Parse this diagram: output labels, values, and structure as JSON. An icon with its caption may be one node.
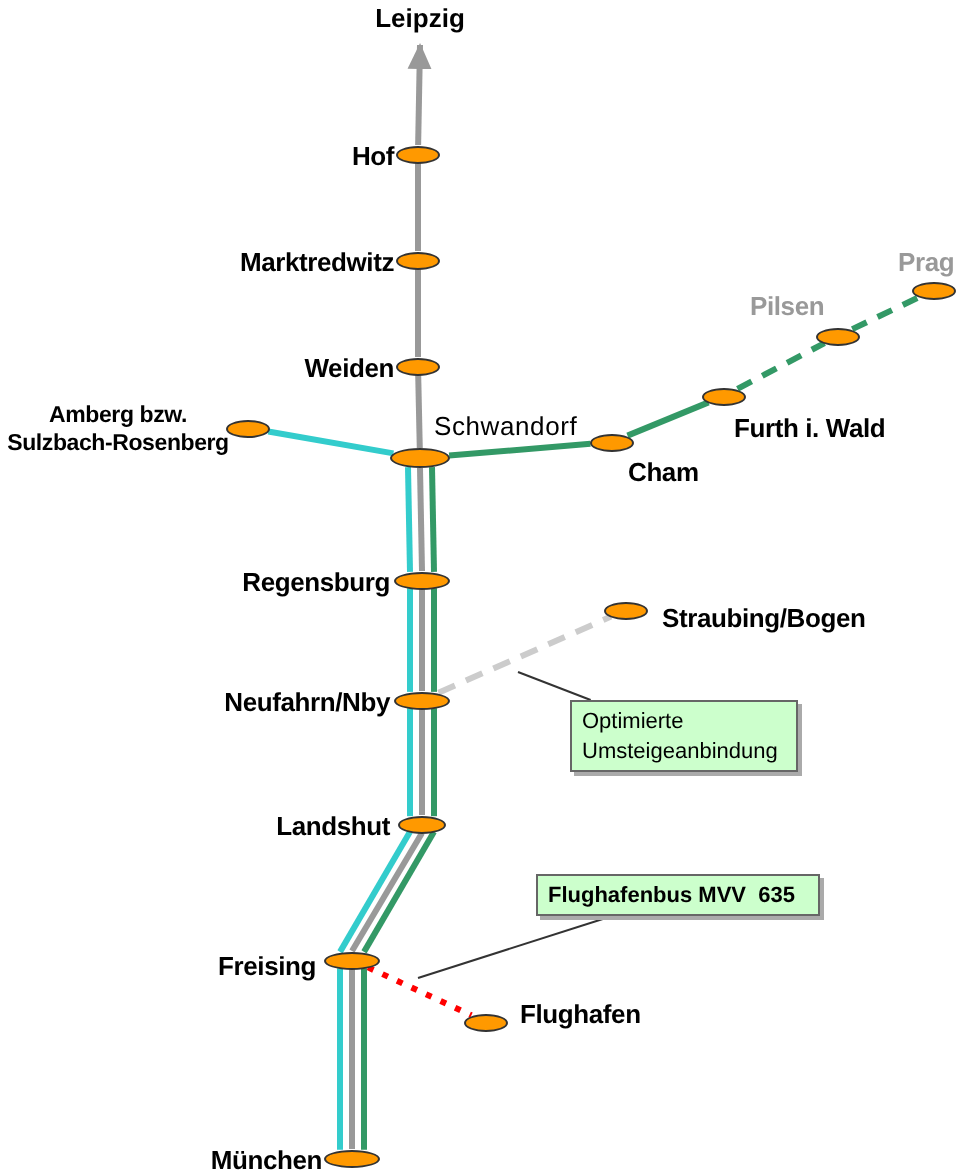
{
  "diagram": {
    "nodes": [
      {
        "text": [
          "Leipzig"
        ]
      },
      {
        "text": [
          "Hof"
        ]
      },
      {
        "text": [
          "Marktredwitz"
        ]
      },
      {
        "text": [
          "Weiden"
        ]
      },
      {
        "text": [
          "Amberg bzw. Sulzbach-Rosenberg"
        ]
      },
      {
        "text": [
          "Schwandorf"
        ]
      },
      {
        "text": [
          "Cham"
        ]
      },
      {
        "text": [
          "Furth i. Wald"
        ]
      },
      {
        "text": [
          "Pilsen"
        ]
      },
      {
        "text": [
          "Prag"
        ]
      },
      {
        "text": [
          "Regensburg"
        ]
      },
      {
        "text": [
          "Straubing/Bogen"
        ]
      },
      {
        "text": [
          "Neufahrn/Nby"
        ]
      },
      {
        "text": [
          "Optimierte Umsteigeanbindung"
        ]
      },
      {
        "text": [
          "Landshut"
        ]
      },
      {
        "text": [
          "Flughafenbus MVV  635"
        ]
      },
      {
        "text": [
          "Freising"
        ]
      },
      {
        "text": [
          "Flughafen"
        ]
      },
      {
        "text": [
          "München"
        ]
      }
    ],
    "edges": [
      {
        "from": 1,
        "to": 0,
        "arrow": "to"
      },
      {
        "from": 2,
        "to": 1,
        "arrow": "none"
      },
      {
        "from": 3,
        "to": 2,
        "arrow": "none"
      },
      {
        "from": 5,
        "to": 3,
        "arrow": "none"
      },
      {
        "from": 4,
        "to": 5,
        "arrow": "none",
        "color": "#33cccc"
      },
      {
        "from": 5,
        "to": 6,
        "arrow": "none",
        "color": "#339966"
      },
      {
        "from": 6,
        "to": 7,
        "arrow": "none",
        "color": "#339966"
      },
      {
        "from": 7,
        "to": 8,
        "arrow": "none",
        "style": "dashed",
        "color": "#339966"
      },
      {
        "from": 8,
        "to": 9,
        "arrow": "none",
        "style": "dashed",
        "color": "#339966"
      },
      {
        "from": 5,
        "to": 10,
        "arrow": "none",
        "color": "#33cccc"
      },
      {
        "from": 5,
        "to": 10,
        "arrow": "none"
      },
      {
        "from": 5,
        "to": 10,
        "arrow": "none",
        "color": "#339966"
      },
      {
        "from": 10,
        "to": 12,
        "arrow": "none",
        "color": "#33cccc"
      },
      {
        "from": 10,
        "to": 12,
        "arrow": "none"
      },
      {
        "from": 10,
        "to": 12,
        "arrow": "none",
        "color": "#339966"
      },
      {
        "from": 12,
        "to": 14,
        "arrow": "none",
        "color": "#33cccc"
      },
      {
        "from": 12,
        "to": 14,
        "arrow": "none"
      },
      {
        "from": 12,
        "to": 14,
        "arrow": "none",
        "color": "#339966"
      },
      {
        "from": 14,
        "to": 16,
        "arrow": "none",
        "color": "#33cccc"
      },
      {
        "from": 14,
        "to": 16,
        "arrow": "none"
      },
      {
        "from": 14,
        "to": 16,
        "arrow": "none",
        "color": "#339966"
      },
      {
        "from": 16,
        "to": 18,
        "arrow": "none",
        "color": "#33cccc"
      },
      {
        "from": 16,
        "to": 18,
        "arrow": "none"
      },
      {
        "from": 16,
        "to": 18,
        "arrow": "none",
        "color": "#339966"
      },
      {
        "from": 12,
        "to": 11,
        "arrow": "none",
        "style": "dashed",
        "color": "#cccccc"
      },
      {
        "from": 16,
        "to": 17,
        "arrow": "none",
        "style": "dashed",
        "color": "#ff0000"
      },
      {
        "from": 13,
        "to": null,
        "arrow": "none",
        "color": "#333333"
      },
      {
        "from": 15,
        "to": null,
        "arrow": "none",
        "color": "#333333"
      }
    ]
  }
}
